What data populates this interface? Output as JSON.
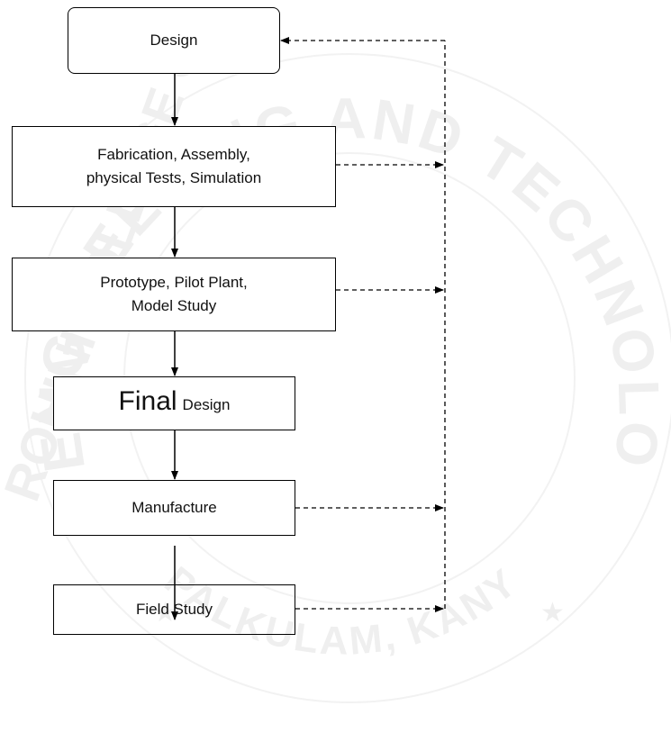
{
  "watermark": {
    "ring_top": "ENGINEERING AND TECHNOLOGY",
    "ring_left": "ROHINI COLLEGE OF",
    "ring_bottom": "PALKULAM, KANYAKUMARI"
  },
  "flowchart": {
    "design": "Design",
    "fabrication_line1": "Fabrication, Assembly,",
    "fabrication_line2": "physical Tests, Simulation",
    "prototype_line1": "Prototype, Pilot Plant,",
    "prototype_line2": "Model Study",
    "final_big": "Final",
    "final_small": "Design",
    "manufacture": "Manufacture",
    "field_study": "Field Study"
  }
}
